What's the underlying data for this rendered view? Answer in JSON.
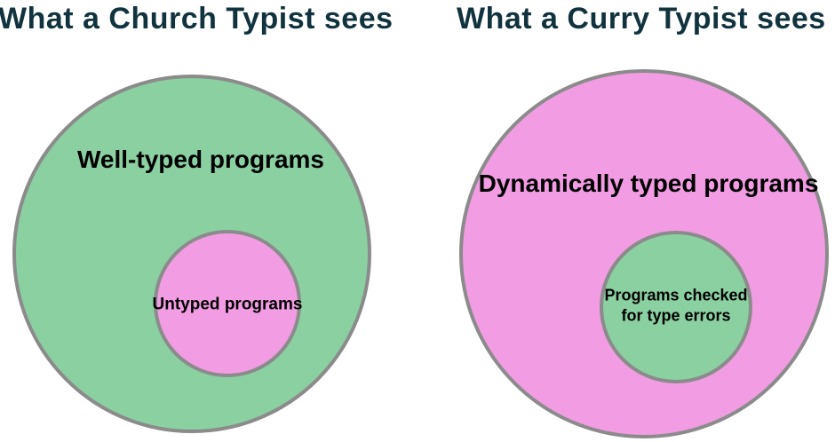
{
  "colors": {
    "background": "#ffffff",
    "green": "#8bd0a1",
    "pink": "#f29de3",
    "stroke": "#8b8b8b",
    "title_text": "#10333d",
    "label_text": "#000000"
  },
  "church": {
    "title": "What a Church Typist sees",
    "outer_label": "Well-typed programs",
    "outer_fill": "#8bd0a1",
    "inner_label": "Untyped programs",
    "inner_fill": "#f29de3"
  },
  "curry": {
    "title": "What a Curry Typist sees",
    "outer_label": "Dynamically typed programs",
    "outer_fill": "#f29de3",
    "inner_label": "Programs checked for type errors",
    "inner_fill": "#8bd0a1"
  }
}
